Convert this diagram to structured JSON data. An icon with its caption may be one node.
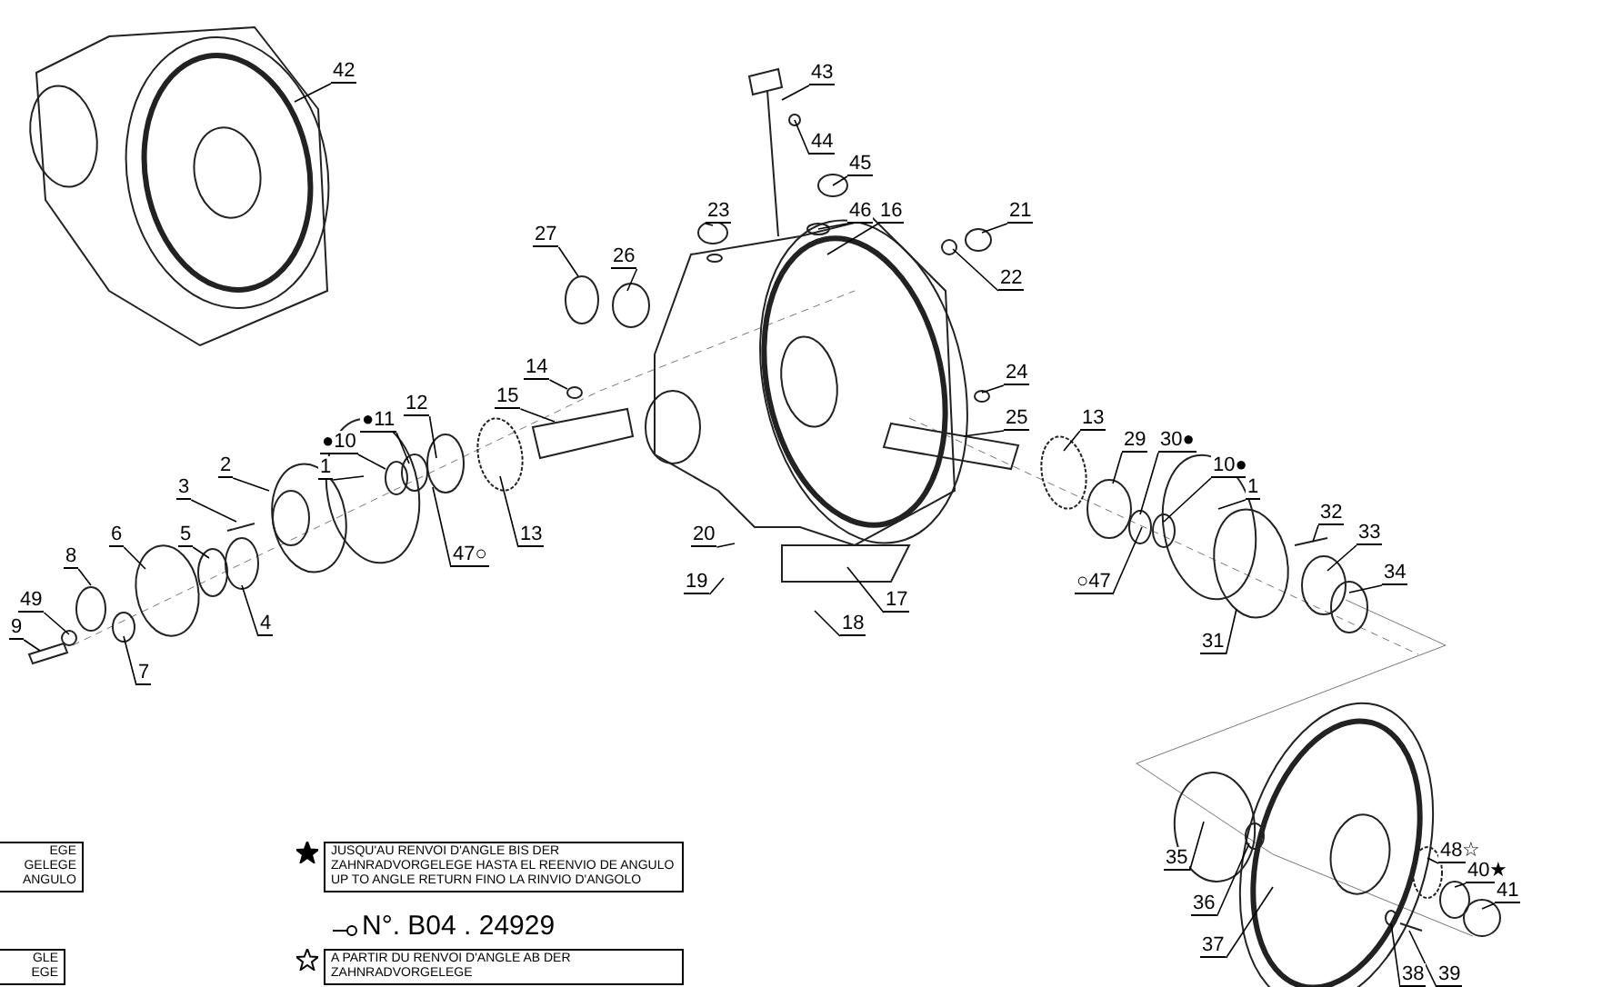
{
  "diagram": {
    "nodes": [
      {
        "text": [
          "42"
        ]
      },
      {
        "text": [
          "43"
        ]
      },
      {
        "text": [
          "44"
        ]
      },
      {
        "text": [
          "45"
        ]
      },
      {
        "text": [
          "46"
        ]
      },
      {
        "text": [
          "16"
        ]
      },
      {
        "text": [
          "21"
        ]
      },
      {
        "text": [
          "23"
        ]
      },
      {
        "text": [
          "27"
        ]
      },
      {
        "text": [
          "26"
        ]
      },
      {
        "text": [
          "22"
        ]
      },
      {
        "text": [
          "14"
        ]
      },
      {
        "text": [
          "24"
        ]
      },
      {
        "text": [
          "15"
        ]
      },
      {
        "text": [
          "12"
        ]
      },
      {
        "text": [
          "25"
        ]
      },
      {
        "text": [
          "●11"
        ]
      },
      {
        "text": [
          "●10"
        ]
      },
      {
        "text": [
          "13"
        ]
      },
      {
        "text": [
          "29"
        ]
      },
      {
        "text": [
          "30●"
        ]
      },
      {
        "text": [
          "1"
        ]
      },
      {
        "text": [
          "2"
        ]
      },
      {
        "text": [
          "10●"
        ]
      },
      {
        "text": [
          "3"
        ]
      },
      {
        "text": [
          "1"
        ]
      },
      {
        "text": [
          "32"
        ]
      },
      {
        "text": [
          "13"
        ]
      },
      {
        "text": [
          "6"
        ]
      },
      {
        "text": [
          "5"
        ]
      },
      {
        "text": [
          "20"
        ]
      },
      {
        "text": [
          "33"
        ]
      },
      {
        "text": [
          "8"
        ]
      },
      {
        "text": [
          "47○"
        ]
      },
      {
        "text": [
          "○47"
        ]
      },
      {
        "text": [
          "34"
        ]
      },
      {
        "text": [
          "19"
        ]
      },
      {
        "text": [
          "49"
        ]
      },
      {
        "text": [
          "17"
        ]
      },
      {
        "text": [
          "4"
        ]
      },
      {
        "text": [
          "9"
        ]
      },
      {
        "text": [
          "18"
        ]
      },
      {
        "text": [
          "31"
        ]
      },
      {
        "text": [
          "7"
        ]
      },
      {
        "text": [
          "48☆"
        ]
      },
      {
        "text": [
          "35"
        ]
      },
      {
        "text": [
          "40★"
        ]
      },
      {
        "text": [
          "41"
        ]
      },
      {
        "text": [
          "36"
        ]
      },
      {
        "text": [
          "37"
        ]
      },
      {
        "text": [
          "38"
        ]
      },
      {
        "text": [
          "39"
        ]
      }
    ],
    "edges": [
      {
        "from": 0,
        "to": null,
        "arrow": "none"
      },
      {
        "from": 1,
        "to": null,
        "arrow": "none"
      },
      {
        "from": 2,
        "to": null,
        "arrow": "none"
      },
      {
        "from": 3,
        "to": null,
        "arrow": "none"
      },
      {
        "from": 4,
        "to": null,
        "arrow": "none"
      },
      {
        "from": 5,
        "to": null,
        "arrow": "none"
      },
      {
        "from": 6,
        "to": null,
        "arrow": "none"
      },
      {
        "from": 7,
        "to": null,
        "arrow": "none"
      },
      {
        "from": 8,
        "to": null,
        "arrow": "none"
      },
      {
        "from": 9,
        "to": null,
        "arrow": "none"
      },
      {
        "from": 10,
        "to": null,
        "arrow": "none"
      },
      {
        "from": 11,
        "to": null,
        "arrow": "none"
      },
      {
        "from": 12,
        "to": null,
        "arrow": "none"
      },
      {
        "from": 13,
        "to": null,
        "arrow": "none"
      },
      {
        "from": 14,
        "to": null,
        "arrow": "none"
      },
      {
        "from": 15,
        "to": null,
        "arrow": "none"
      },
      {
        "from": 16,
        "to": null,
        "arrow": "none"
      },
      {
        "from": 17,
        "to": null,
        "arrow": "none"
      },
      {
        "from": 18,
        "to": null,
        "arrow": "none"
      },
      {
        "from": 19,
        "to": null,
        "arrow": "none"
      },
      {
        "from": 20,
        "to": null,
        "arrow": "none"
      },
      {
        "from": 21,
        "to": null,
        "arrow": "none"
      },
      {
        "from": 22,
        "to": null,
        "arrow": "none"
      },
      {
        "from": 23,
        "to": null,
        "arrow": "none"
      },
      {
        "from": 24,
        "to": null,
        "arrow": "none"
      },
      {
        "from": 25,
        "to": null,
        "arrow": "none"
      },
      {
        "from": 26,
        "to": null,
        "arrow": "none"
      },
      {
        "from": 27,
        "to": null,
        "arrow": "none"
      },
      {
        "from": 28,
        "to": null,
        "arrow": "none"
      },
      {
        "from": 29,
        "to": null,
        "arrow": "none"
      },
      {
        "from": 30,
        "to": null,
        "arrow": "none"
      },
      {
        "from": 31,
        "to": null,
        "arrow": "none"
      },
      {
        "from": 32,
        "to": null,
        "arrow": "none"
      },
      {
        "from": 33,
        "to": null,
        "arrow": "none"
      },
      {
        "from": 34,
        "to": null,
        "arrow": "none"
      },
      {
        "from": 35,
        "to": null,
        "arrow": "none"
      },
      {
        "from": 36,
        "to": null,
        "arrow": "none"
      },
      {
        "from": 37,
        "to": null,
        "arrow": "none"
      },
      {
        "from": 38,
        "to": null,
        "arrow": "none"
      },
      {
        "from": 39,
        "to": null,
        "arrow": "none"
      },
      {
        "from": 40,
        "to": null,
        "arrow": "none"
      },
      {
        "from": 41,
        "to": null,
        "arrow": "none"
      },
      {
        "from": 42,
        "to": null,
        "arrow": "none"
      },
      {
        "from": 43,
        "to": null,
        "arrow": "none"
      },
      {
        "from": 44,
        "to": null,
        "arrow": "none"
      },
      {
        "from": 45,
        "to": null,
        "arrow": "none"
      },
      {
        "from": 46,
        "to": null,
        "arrow": "none"
      },
      {
        "from": 47,
        "to": null,
        "arrow": "none"
      },
      {
        "from": 48,
        "to": null,
        "arrow": "none"
      },
      {
        "from": 49,
        "to": null,
        "arrow": "none"
      },
      {
        "from": 50,
        "to": null,
        "arrow": "none"
      },
      {
        "from": 51,
        "to": null,
        "arrow": "none"
      }
    ],
    "labels": [
      "EGE GELEGE ANGULO",
      "N°. B04 . 24929",
      "GLE EGE"
    ],
    "legend": [
      {
        "text": "JUSQU'AU RENVOI D'ANGLE BIS DER ZAHNRADVORGELEGE HASTA EL REENVIO DE ANGULO UP TO ANGLE RETURN FINO LA RINVIO D'ANGOLO"
      },
      {
        "text": "A PARTIR DU RENVOI D'ANGLE AB DER ZAHNRADVORGELEGE"
      }
    ]
  }
}
